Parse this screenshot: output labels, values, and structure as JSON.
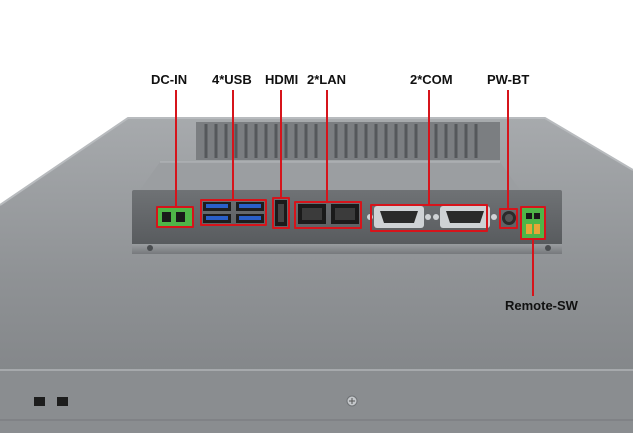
{
  "labels": {
    "dc_in": "DC-IN",
    "usb": "4*USB",
    "hdmi": "HDMI",
    "lan": "2*LAN",
    "com": "2*COM",
    "pwbt": "PW-BT",
    "remote_sw": "Remote-SW"
  },
  "colors": {
    "callout": "#d6141b",
    "chassis": "#8f9295",
    "connector_green": "#4fb548",
    "usb_blue": "#2a5fc8"
  }
}
